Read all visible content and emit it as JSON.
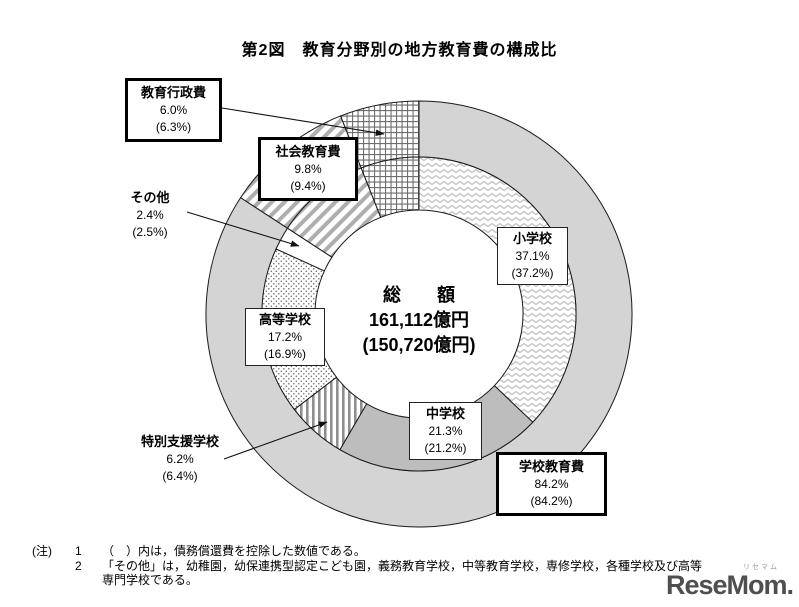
{
  "page": {
    "title": "第2図　教育分野別の地方教育費の構成比"
  },
  "chart_data": {
    "type": "donut",
    "title": "第2図　教育分野別の地方教育費の構成比",
    "units": "%",
    "legend_note": "values in parentheses exclude debt-repayment costs",
    "center": {
      "line1": "総　　額",
      "line2": "161,112億円",
      "line3": "(150,720億円)"
    },
    "outer_ring": [
      {
        "name": "学校教育費",
        "pct": 84.2,
        "pct_excl": 84.2,
        "pattern": "solid-light"
      },
      {
        "name": "社会教育費",
        "pct": 9.8,
        "pct_excl": 9.4,
        "pattern": "diagonal"
      },
      {
        "name": "教育行政費",
        "pct": 6.0,
        "pct_excl": 6.3,
        "pattern": "grid"
      }
    ],
    "inner_ring": [
      {
        "name": "小学校",
        "pct": 37.1,
        "pct_excl": 37.2,
        "pattern": "zigzag"
      },
      {
        "name": "中学校",
        "pct": 21.3,
        "pct_excl": 21.2,
        "pattern": "solid-mid"
      },
      {
        "name": "特別支援学校",
        "pct": 6.2,
        "pct_excl": 6.4,
        "pattern": "vstripes"
      },
      {
        "name": "高等学校",
        "pct": 17.2,
        "pct_excl": 16.9,
        "pattern": "dots"
      },
      {
        "name": "その他",
        "pct": 2.4,
        "pct_excl": 2.5,
        "pattern": "white"
      },
      {
        "name": "社会教育費",
        "pct": 9.8,
        "pct_excl": 9.4,
        "pattern": "diagonal"
      },
      {
        "name": "教育行政費",
        "pct": 6.0,
        "pct_excl": 6.3,
        "pattern": "grid"
      }
    ]
  },
  "labels": {
    "gyosei": {
      "name": "教育行政費",
      "pct": "6.0%",
      "pct_paren": "(6.3%)"
    },
    "shakai": {
      "name": "社会教育費",
      "pct": "9.8%",
      "pct_paren": "(9.4%)"
    },
    "sonota": {
      "name": "その他",
      "pct": "2.4%",
      "pct_paren": "(2.5%)"
    },
    "shogakko": {
      "name": "小学校",
      "pct": "37.1%",
      "pct_paren": "(37.2%)"
    },
    "chugakko": {
      "name": "中学校",
      "pct": "21.3%",
      "pct_paren": "(21.2%)"
    },
    "kotogakko": {
      "name": "高等学校",
      "pct": "17.2%",
      "pct_paren": "(16.9%)"
    },
    "tokubetsu": {
      "name": "特別支援学校",
      "pct": "6.2%",
      "pct_paren": "(6.4%)"
    },
    "gakko": {
      "name": "学校教育費",
      "pct": "84.2%",
      "pct_paren": "(84.2%)"
    }
  },
  "notes": {
    "prefix": "(注)",
    "item1_num": "1",
    "item1_text": "（　）内は，債務償還費を控除した数値である。",
    "item2_num": "2",
    "item2_text": "「その他」は，幼稚園，幼保連携型認定こども園，義務教育学校，中等教育学校，専修学校，各種学校及び高等",
    "item2_text_cont": "専門学校である。"
  },
  "watermark": {
    "name": "ReseMom.",
    "ruby": "リセマム"
  },
  "colors": {
    "solid_light": "#d4d4d4",
    "solid_mid": "#bdbdbd",
    "stroke": "#1a1a1a"
  }
}
